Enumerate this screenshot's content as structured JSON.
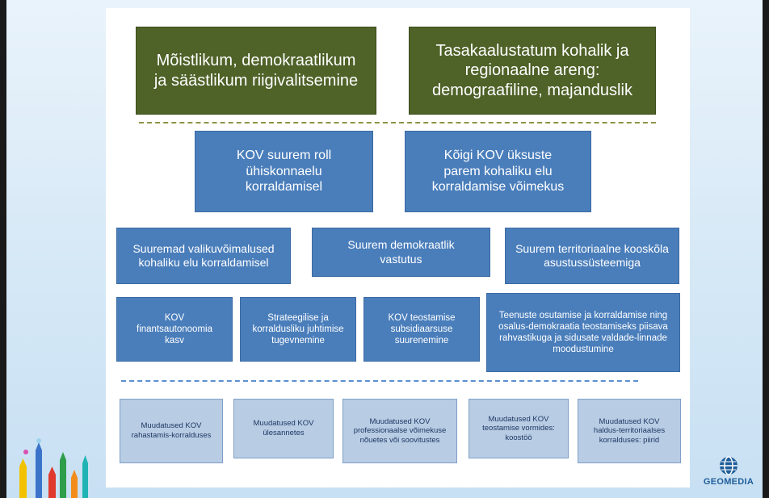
{
  "top": {
    "left": "Mõistlikum, demokraatlikum ja säästlikum riigivalitsemine",
    "right": "Tasakaalustatum kohalik ja regionaalne areng: demograafiline, majanduslik"
  },
  "level2": {
    "left": "KOV suurem roll ühiskonnaelu korraldamisel",
    "right": "Kõigi KOV üksuste parem kohaliku elu korraldamise võimekus"
  },
  "level3": {
    "left": "Suuremad valikuvõimalused kohaliku elu korraldamisel",
    "middle": "Suurem demokraatlik vastutus",
    "right": "Suurem territoriaalne kooskõla asustussüsteemiga"
  },
  "level4": {
    "b1": "KOV finantsautonoomia kasv",
    "b2": "Strateegilise ja korraldusliku juhtimise tugevnemine",
    "b3": "KOV teostamise subsidiaarsuse suurenemine",
    "b4": "Teenuste osutamise ja korraldamise ning osalus-demokraatia teostamiseks piisava rahvastikuga ja sidusate valdade-linnade moodustumine"
  },
  "level5": {
    "b1": "Muudatused KOV rahastamis-korralduses",
    "b2": "Muudatused KOV ülesannetes",
    "b3": "Muudatused KOV professionaalse võimekuse nõuetes või soovitustes",
    "b4": "Muudatused KOV teostamise vormides: koostöö",
    "b5": "Muudatused KOV haldus-territoriaalses korralduses: piirid"
  },
  "logo": {
    "text": "GEOMEDIA"
  },
  "colors": {
    "green": "#4f6228",
    "blue": "#4a7ebb",
    "light": "#b8cce4"
  }
}
